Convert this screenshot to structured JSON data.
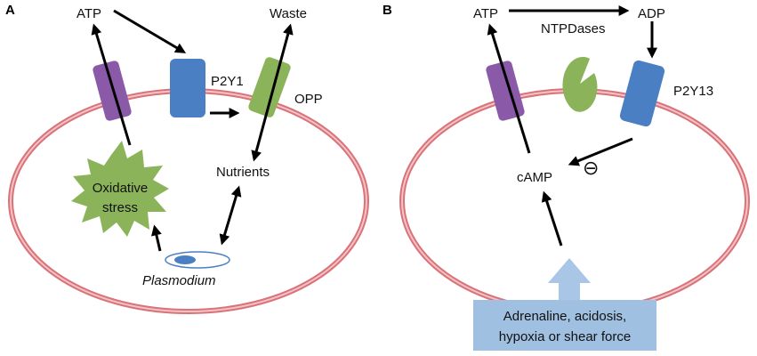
{
  "colors": {
    "membrane": "#d9737a",
    "membrane_inner": "#f4c3c5",
    "channel": "#8a5aa8",
    "receptor": "#4a7fc4",
    "opp": "#8bb45a",
    "stress_star": "#8bb45a",
    "signal_box": "#9fc0e0",
    "signal_arrow": "#a9c6e6"
  },
  "panel_a": {
    "label": "A",
    "atp": "ATP",
    "receptor": "P2Y1",
    "waste": "Waste",
    "opp": "OPP",
    "nutrients": "Nutrients",
    "stress_line1": "Oxidative",
    "stress_line2": "stress",
    "parasite": "Plasmodium"
  },
  "panel_b": {
    "label": "B",
    "atp": "ATP",
    "adp": "ADP",
    "enzyme": "NTPDases",
    "receptor": "P2Y13",
    "camp": "cAMP",
    "inhibit_symbol": "⊖",
    "stimuli_line1": "Adrenaline, acidosis,",
    "stimuli_line2": "hypoxia or shear force"
  }
}
